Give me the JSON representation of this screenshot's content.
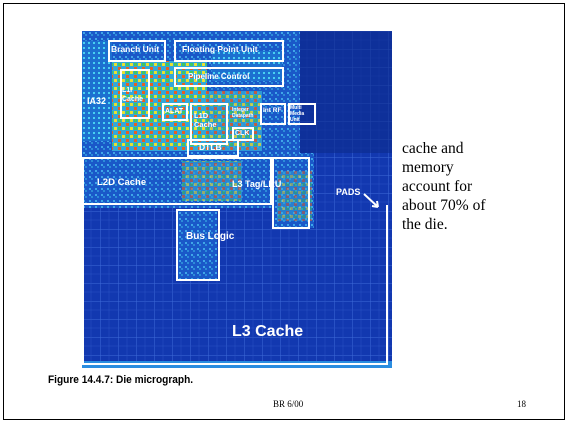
{
  "die": {
    "labels": {
      "branch_unit": "Branch Unit",
      "floating_point_unit": "Floating Point Unit",
      "ia32": "IA32",
      "pipeline_control": "Pipeline Control",
      "l1i_cache": "L1I Cache",
      "alat": "ALAT",
      "l1d_cache": "L1D Cache",
      "integer_datapath": "Integer Datapath",
      "int_rf": "Int RF",
      "multi_media_unit": "Multi Media Unit",
      "clk": "CLK",
      "dtlb": "DTLB",
      "l2d_cache": "L2D Cache",
      "l3_tag_lru": "L3 Tag/LRU",
      "pads": "PADS",
      "bus_logic": "Bus Logic",
      "l3_cache": "L3 Cache"
    }
  },
  "side_text": {
    "line1": " cache and",
    "line2": "memory",
    "line3": "account for",
    "line4": "about 70% of",
    "line5": "the die."
  },
  "caption": "Figure 14.4.7: Die micrograph.",
  "footer_ref": "BR 6/00",
  "slide_number": "18"
}
